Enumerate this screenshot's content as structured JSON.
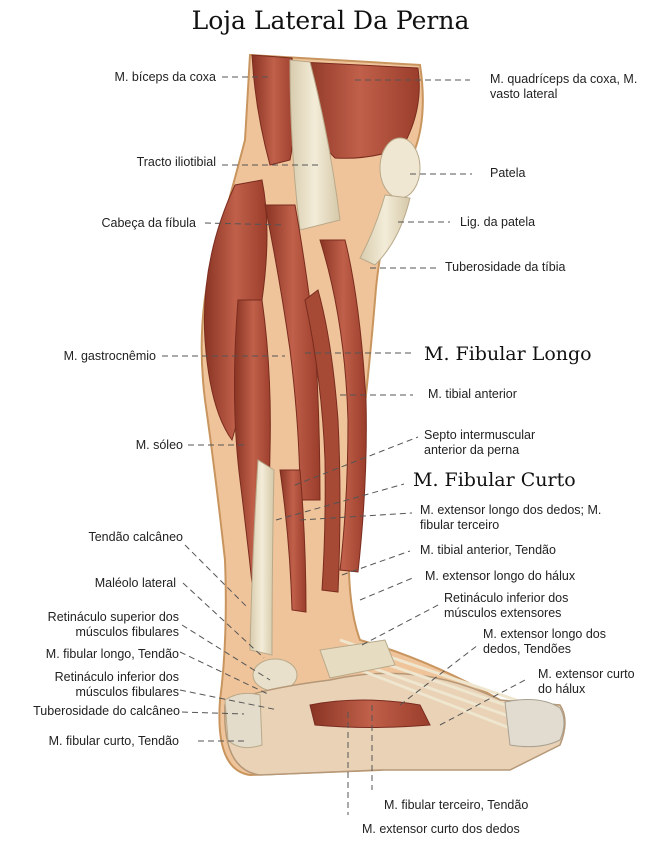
{
  "title": "Loja Lateral Da Perna",
  "labels": {
    "biceps_coxa": "M. bíceps da coxa",
    "quadriceps": "M. quadríceps da coxa, M. vasto lateral",
    "tracto": "Tracto iliotibial",
    "patela": "Patela",
    "cabeca_fibula": "Cabeça da fíbula",
    "lig_patela": "Lig. da patela",
    "tuberosidade_tibia": "Tuberosidade da tíbia",
    "gastrocnemio": "M. gastrocnêmio",
    "fibular_longo": "M. Fibular Longo",
    "tibial_anterior": "M. tibial anterior",
    "soleo": "M. sóleo",
    "septo": "Septo intermuscular anterior da perna",
    "fibular_curto": "M. Fibular Curto",
    "extensor_longo_dedos": "M. extensor longo dos dedos; M. fibular terceiro",
    "tendao_calcaneo": "Tendão calcâneo",
    "tibial_anterior_tendao": "M. tibial anterior, Tendão",
    "extensor_longo_halux": "M. extensor longo do hálux",
    "maleolo_lateral": "Maléolo lateral",
    "retinaculo_inf_ext": "Retináculo inferior dos músculos extensores",
    "retinaculo_sup_fib": "Retináculo superior dos músculos fibulares",
    "extensor_longo_dedos_tendoes": "M. extensor longo dos dedos, Tendões",
    "fibular_longo_tendao": "M. fibular longo, Tendão",
    "extensor_curto_halux": "M. extensor curto do hálux",
    "retinaculo_inf_fib": "Retináculo inferior dos músculos fibulares",
    "tuberosidade_calcaneo": "Tuberosidade do calcâneo",
    "fibular_curto_tendao": "M. fibular curto, Tendão",
    "fibular_terceiro_tendao": "M. fibular terceiro, Tendão",
    "extensor_curto_dedos": "M. extensor curto dos dedos"
  },
  "colors": {
    "muscle": "#b5523a",
    "muscle_dark": "#8a3424",
    "tendon": "#e9e0c8",
    "skin": "#f0c49a",
    "bone": "#dcd6c8"
  }
}
